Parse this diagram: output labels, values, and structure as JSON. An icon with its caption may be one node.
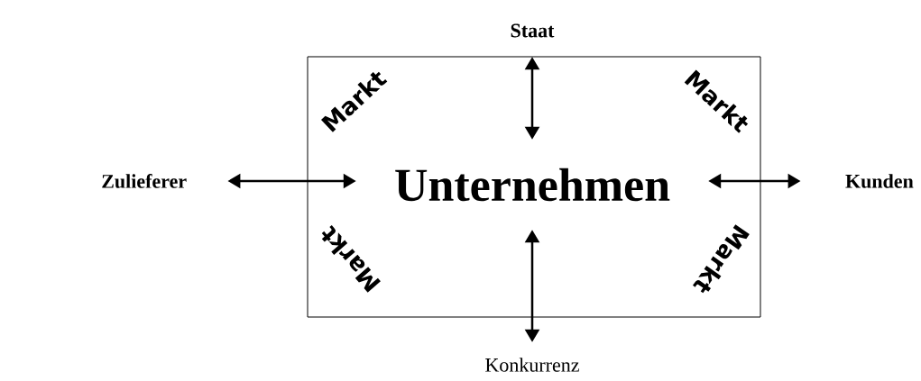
{
  "diagram": {
    "nodes": [
      {
        "text": [
          "Markt",
          "Markt",
          "Markt",
          "Markt"
        ]
      },
      {
        "text": [
          "Unternehmen"
        ],
        "in": 0
      },
      {
        "text": [
          "Staat"
        ]
      },
      {
        "text": [
          "Zulieferer"
        ]
      },
      {
        "text": [
          "Kunden"
        ]
      },
      {
        "text": [
          "Konkurrenz"
        ]
      }
    ],
    "edges": [
      {
        "from": 2,
        "to": 1,
        "arrow": "both"
      },
      {
        "from": 3,
        "to": 1,
        "arrow": "both"
      },
      {
        "from": 4,
        "to": 1,
        "arrow": "both"
      },
      {
        "from": 5,
        "to": 1,
        "arrow": "both"
      }
    ]
  }
}
